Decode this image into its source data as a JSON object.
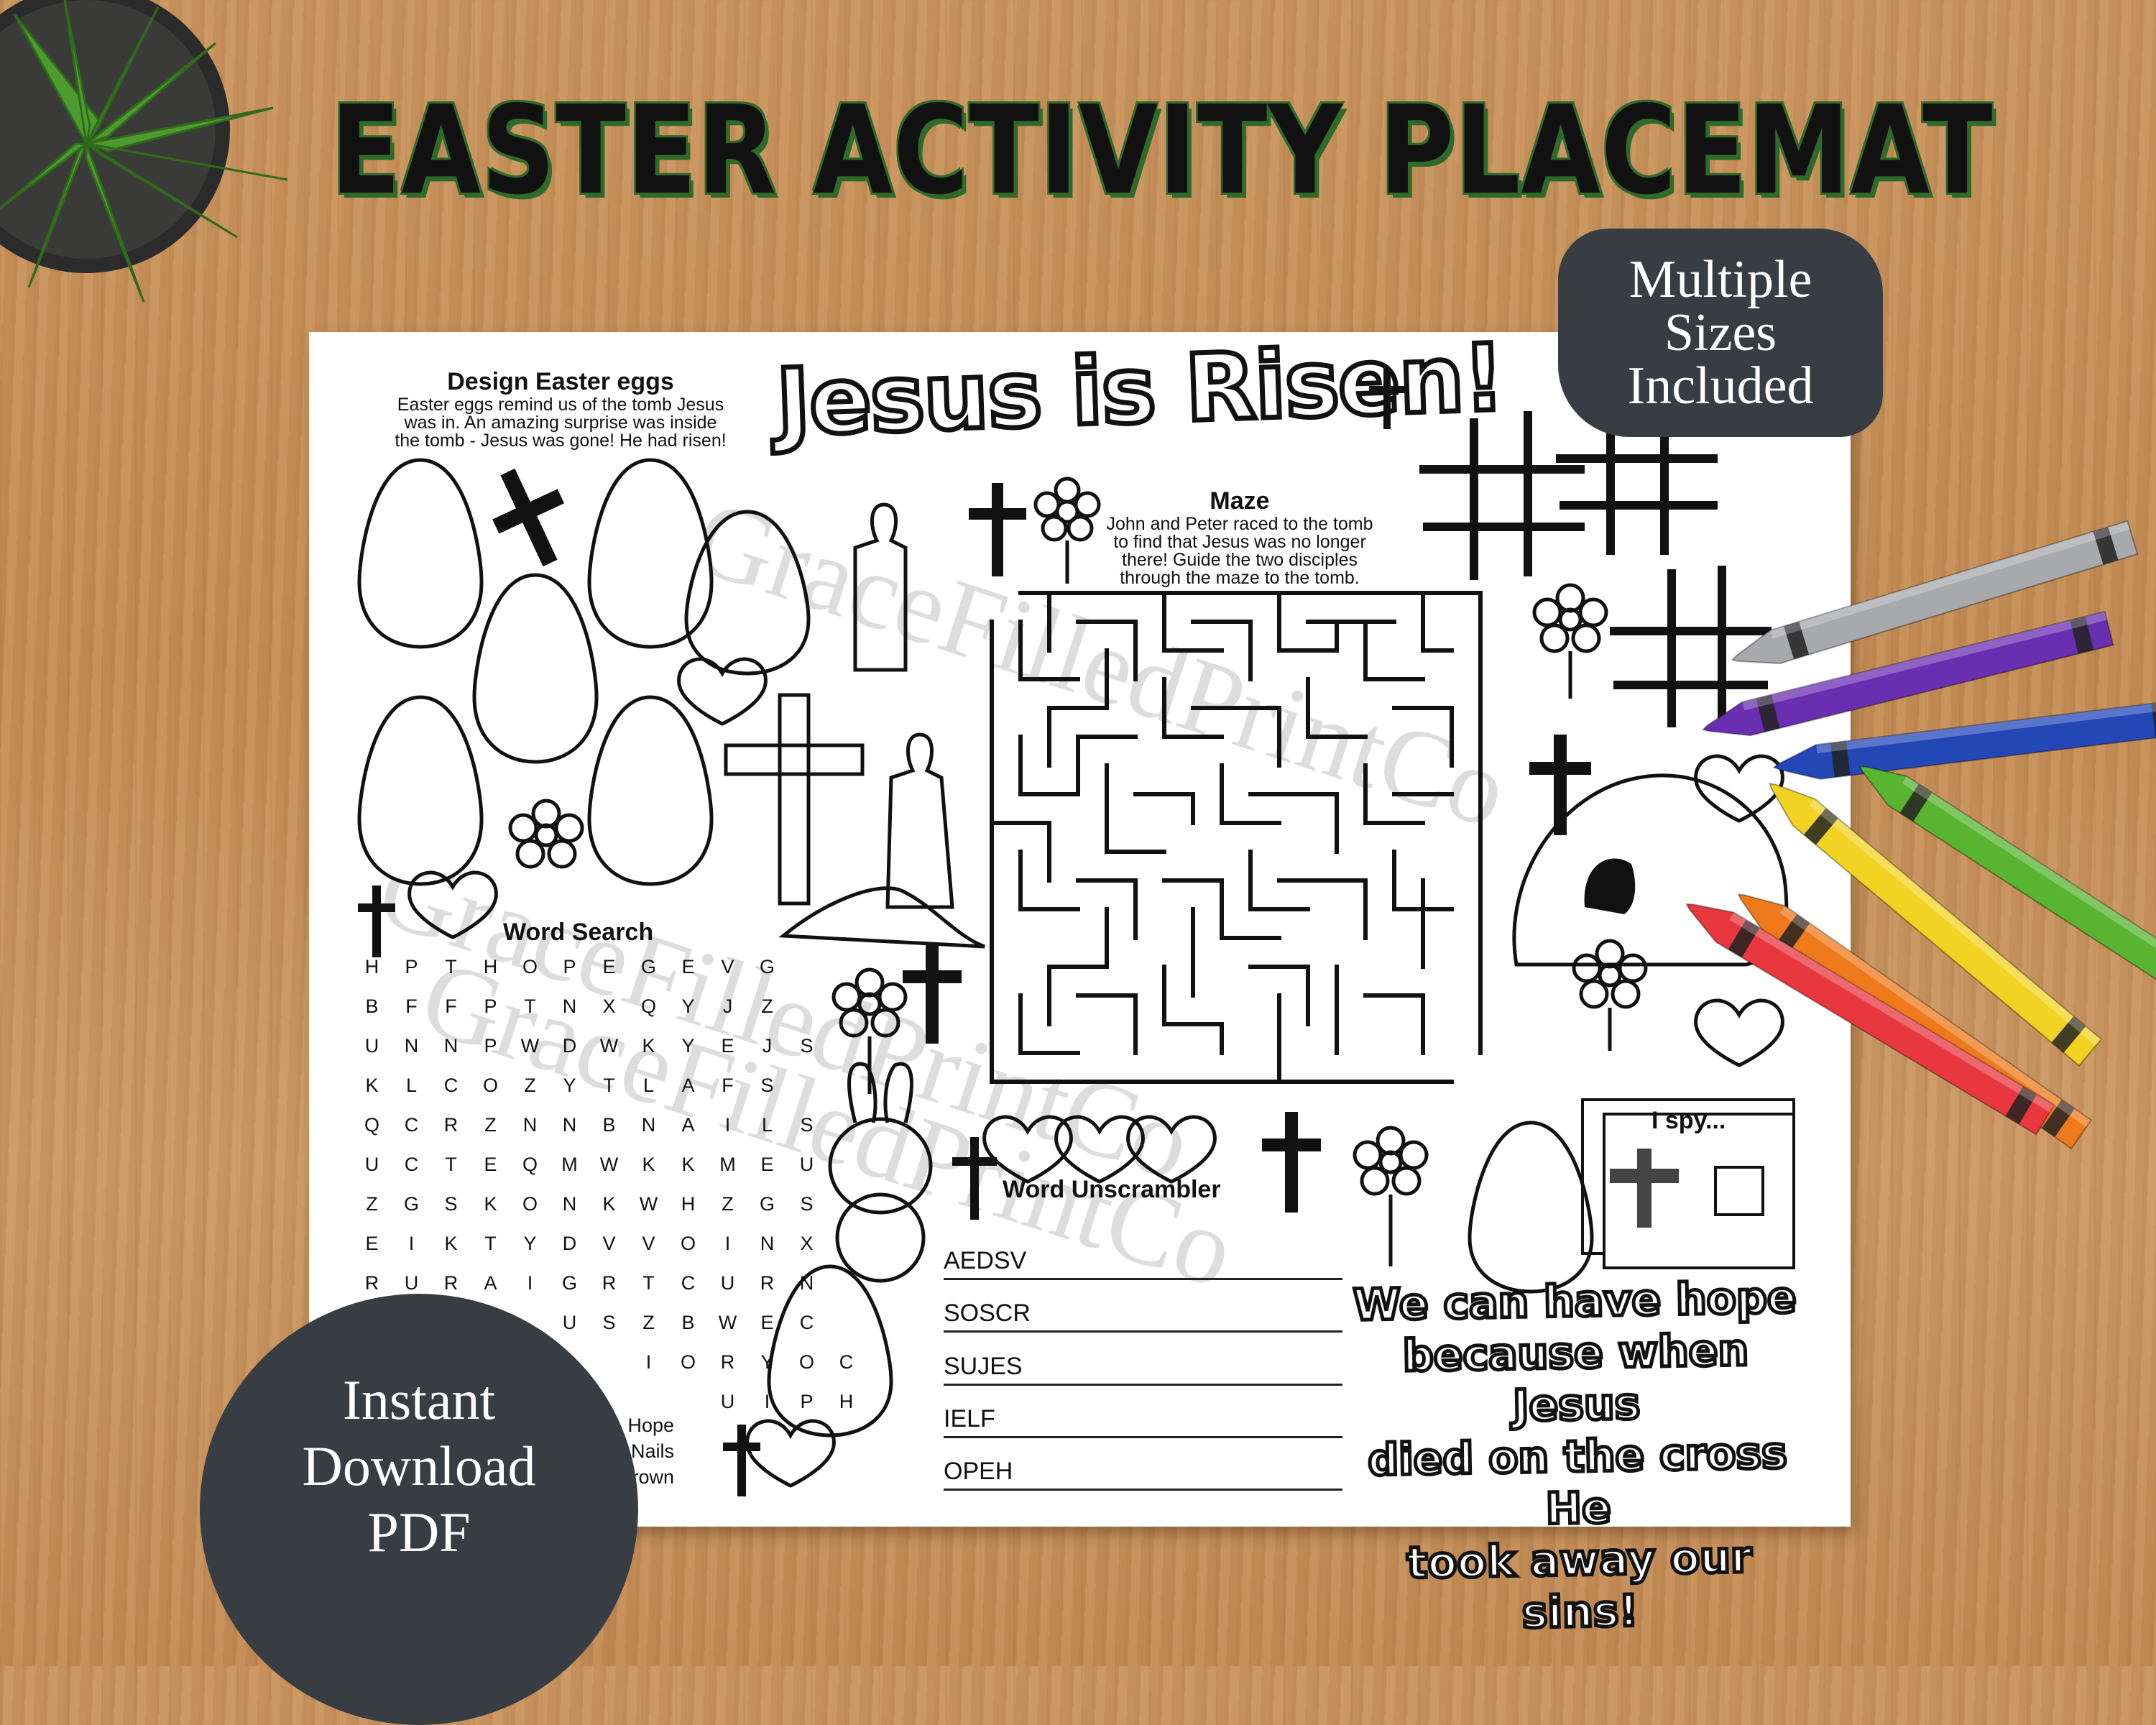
{
  "headline": "EASTER ACTIVITY PLACEMAT",
  "badge_top": [
    "Multiple",
    "Sizes",
    "Included"
  ],
  "badge_bottom": [
    "Instant",
    "Download",
    "PDF"
  ],
  "sheet": {
    "title": "Jesus is Risen!",
    "watermark": "GraceFilledPrintCo",
    "design_eggs": {
      "title": "Design Easter eggs",
      "text": [
        "Easter eggs remind us of the tomb Jesus",
        "was in. An amazing surprise was inside",
        "the tomb - Jesus was gone! He had risen!"
      ]
    },
    "maze": {
      "title": "Maze",
      "text": [
        "John and Peter raced to the tomb",
        "to find that Jesus was no longer",
        "there! Guide the two disciples",
        "through the maze to the tomb."
      ]
    },
    "word_search": {
      "title": "Word Search",
      "rows": [
        [
          "H",
          "P",
          "T",
          "H",
          "O",
          "P",
          "E",
          "G",
          "E",
          "V",
          "G"
        ],
        [
          "B",
          "F",
          "F",
          "P",
          "T",
          "N",
          "X",
          "Q",
          "Y",
          "J",
          "Z"
        ],
        [
          "U",
          "N",
          "N",
          "P",
          "W",
          "D",
          "W",
          "K",
          "Y",
          "E",
          "J",
          "S"
        ],
        [
          "K",
          "L",
          "C",
          "O",
          "Z",
          "Y",
          "T",
          "L",
          "A",
          "F",
          "S"
        ],
        [
          "Q",
          "C",
          "R",
          "Z",
          "N",
          "N",
          "B",
          "N",
          "A",
          "I",
          "L",
          "S"
        ],
        [
          "U",
          "C",
          "T",
          "E",
          "Q",
          "M",
          "W",
          "K",
          "K",
          "M",
          "E",
          "U"
        ],
        [
          "Z",
          "G",
          "S",
          "K",
          "O",
          "N",
          "K",
          "W",
          "H",
          "Z",
          "G",
          "S"
        ],
        [
          "E",
          "I",
          "K",
          "T",
          "Y",
          "D",
          "V",
          "V",
          "O",
          "I",
          "N",
          "X"
        ],
        [
          "R",
          "U",
          "R",
          "A",
          "I",
          "G",
          "R",
          "T",
          "C",
          "U",
          "R",
          "N"
        ],
        [
          "",
          "",
          "",
          "",
          "",
          "U",
          "S",
          "Z",
          "B",
          "W",
          "E",
          "C"
        ],
        [
          "",
          "",
          "",
          "",
          "",
          "",
          "",
          "I",
          "O",
          "R",
          "Y",
          "O",
          "C"
        ],
        [
          "",
          "",
          "",
          "",
          "",
          "",
          "",
          "",
          "",
          "U",
          "I",
          "P",
          "H"
        ]
      ],
      "words": [
        "Hope",
        "Nails",
        "Crown"
      ]
    },
    "unscrambler": {
      "title": "Word Unscrambler",
      "words": [
        "AEDSV",
        "SOSCR",
        "SUJES",
        "IELF",
        "OPEH"
      ]
    },
    "ispy": {
      "title": "I spy..."
    },
    "hope_message": [
      "We can have hope",
      "because when Jesus",
      "died on the cross He",
      "took away our sins!"
    ]
  },
  "crayon_colors": [
    "#a7a9ad",
    "#6a2fb0",
    "#2447b8",
    "#58b431",
    "#f2d323",
    "#ef7a1c",
    "#e8373f"
  ]
}
